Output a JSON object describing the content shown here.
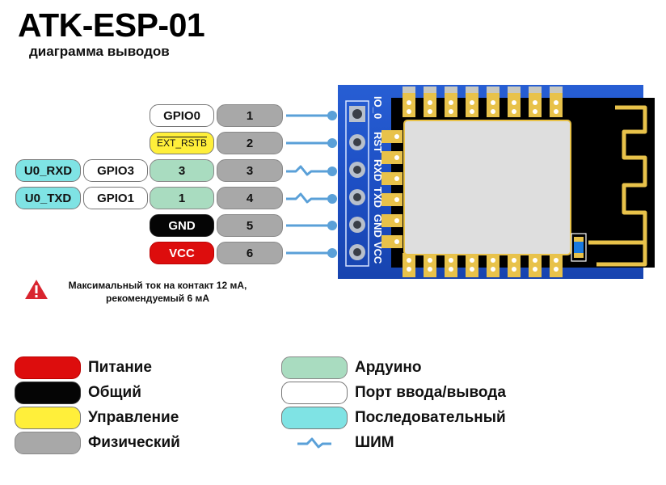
{
  "header": {
    "title": "ATK-ESP-01",
    "subtitle": "диаграмма выводов"
  },
  "pins": [
    {
      "physical": "1",
      "function": "GPIO0",
      "function_type": "gpio",
      "board_label": "IO_0",
      "pwm": false
    },
    {
      "physical": "2",
      "function": "EXT_RSTB",
      "function_type": "control",
      "board_label": "RST",
      "pwm": false
    },
    {
      "physical": "3",
      "arduino": "3",
      "gpio": "GPIO3",
      "serial": "U0_RXD",
      "board_label": "RXD",
      "pwm": true
    },
    {
      "physical": "4",
      "arduino": "1",
      "gpio": "GPIO1",
      "serial": "U0_TXD",
      "board_label": "TXD",
      "pwm": true
    },
    {
      "physical": "5",
      "function": "GND",
      "function_type": "ground",
      "board_label": "GND",
      "pwm": false
    },
    {
      "physical": "6",
      "function": "VCC",
      "function_type": "power",
      "board_label": "VCC",
      "pwm": false
    }
  ],
  "warning": {
    "icon": "warning-triangle-icon",
    "line1": "Максимальный ток на контакт 12 мА,",
    "line2": "рекомендуемый 6 мА"
  },
  "legend": [
    {
      "label": "Питание",
      "color": "#dd0d0d",
      "kind": "power"
    },
    {
      "label": "Общий",
      "color": "#050505",
      "kind": "ground"
    },
    {
      "label": "Управление",
      "color": "#ffef3a",
      "kind": "control"
    },
    {
      "label": "Физический",
      "color": "#a8a8a8",
      "kind": "physical"
    },
    {
      "label": "Ардуино",
      "color": "#a9dcc0",
      "kind": "arduino"
    },
    {
      "label": "Порт ввода/вывода",
      "color": "#ffffff",
      "kind": "gpio"
    },
    {
      "label": "Последовательный",
      "color": "#7fe3e4",
      "kind": "serial"
    },
    {
      "label": "ШИМ",
      "icon": "pwm-wave-icon",
      "kind": "pwm"
    }
  ],
  "colors": {
    "connector": "#5aa0d8",
    "pcb_blue": "#1d4fc4",
    "module_black": "#000000",
    "gold": "#e8c24a",
    "shield": "#dedede"
  }
}
